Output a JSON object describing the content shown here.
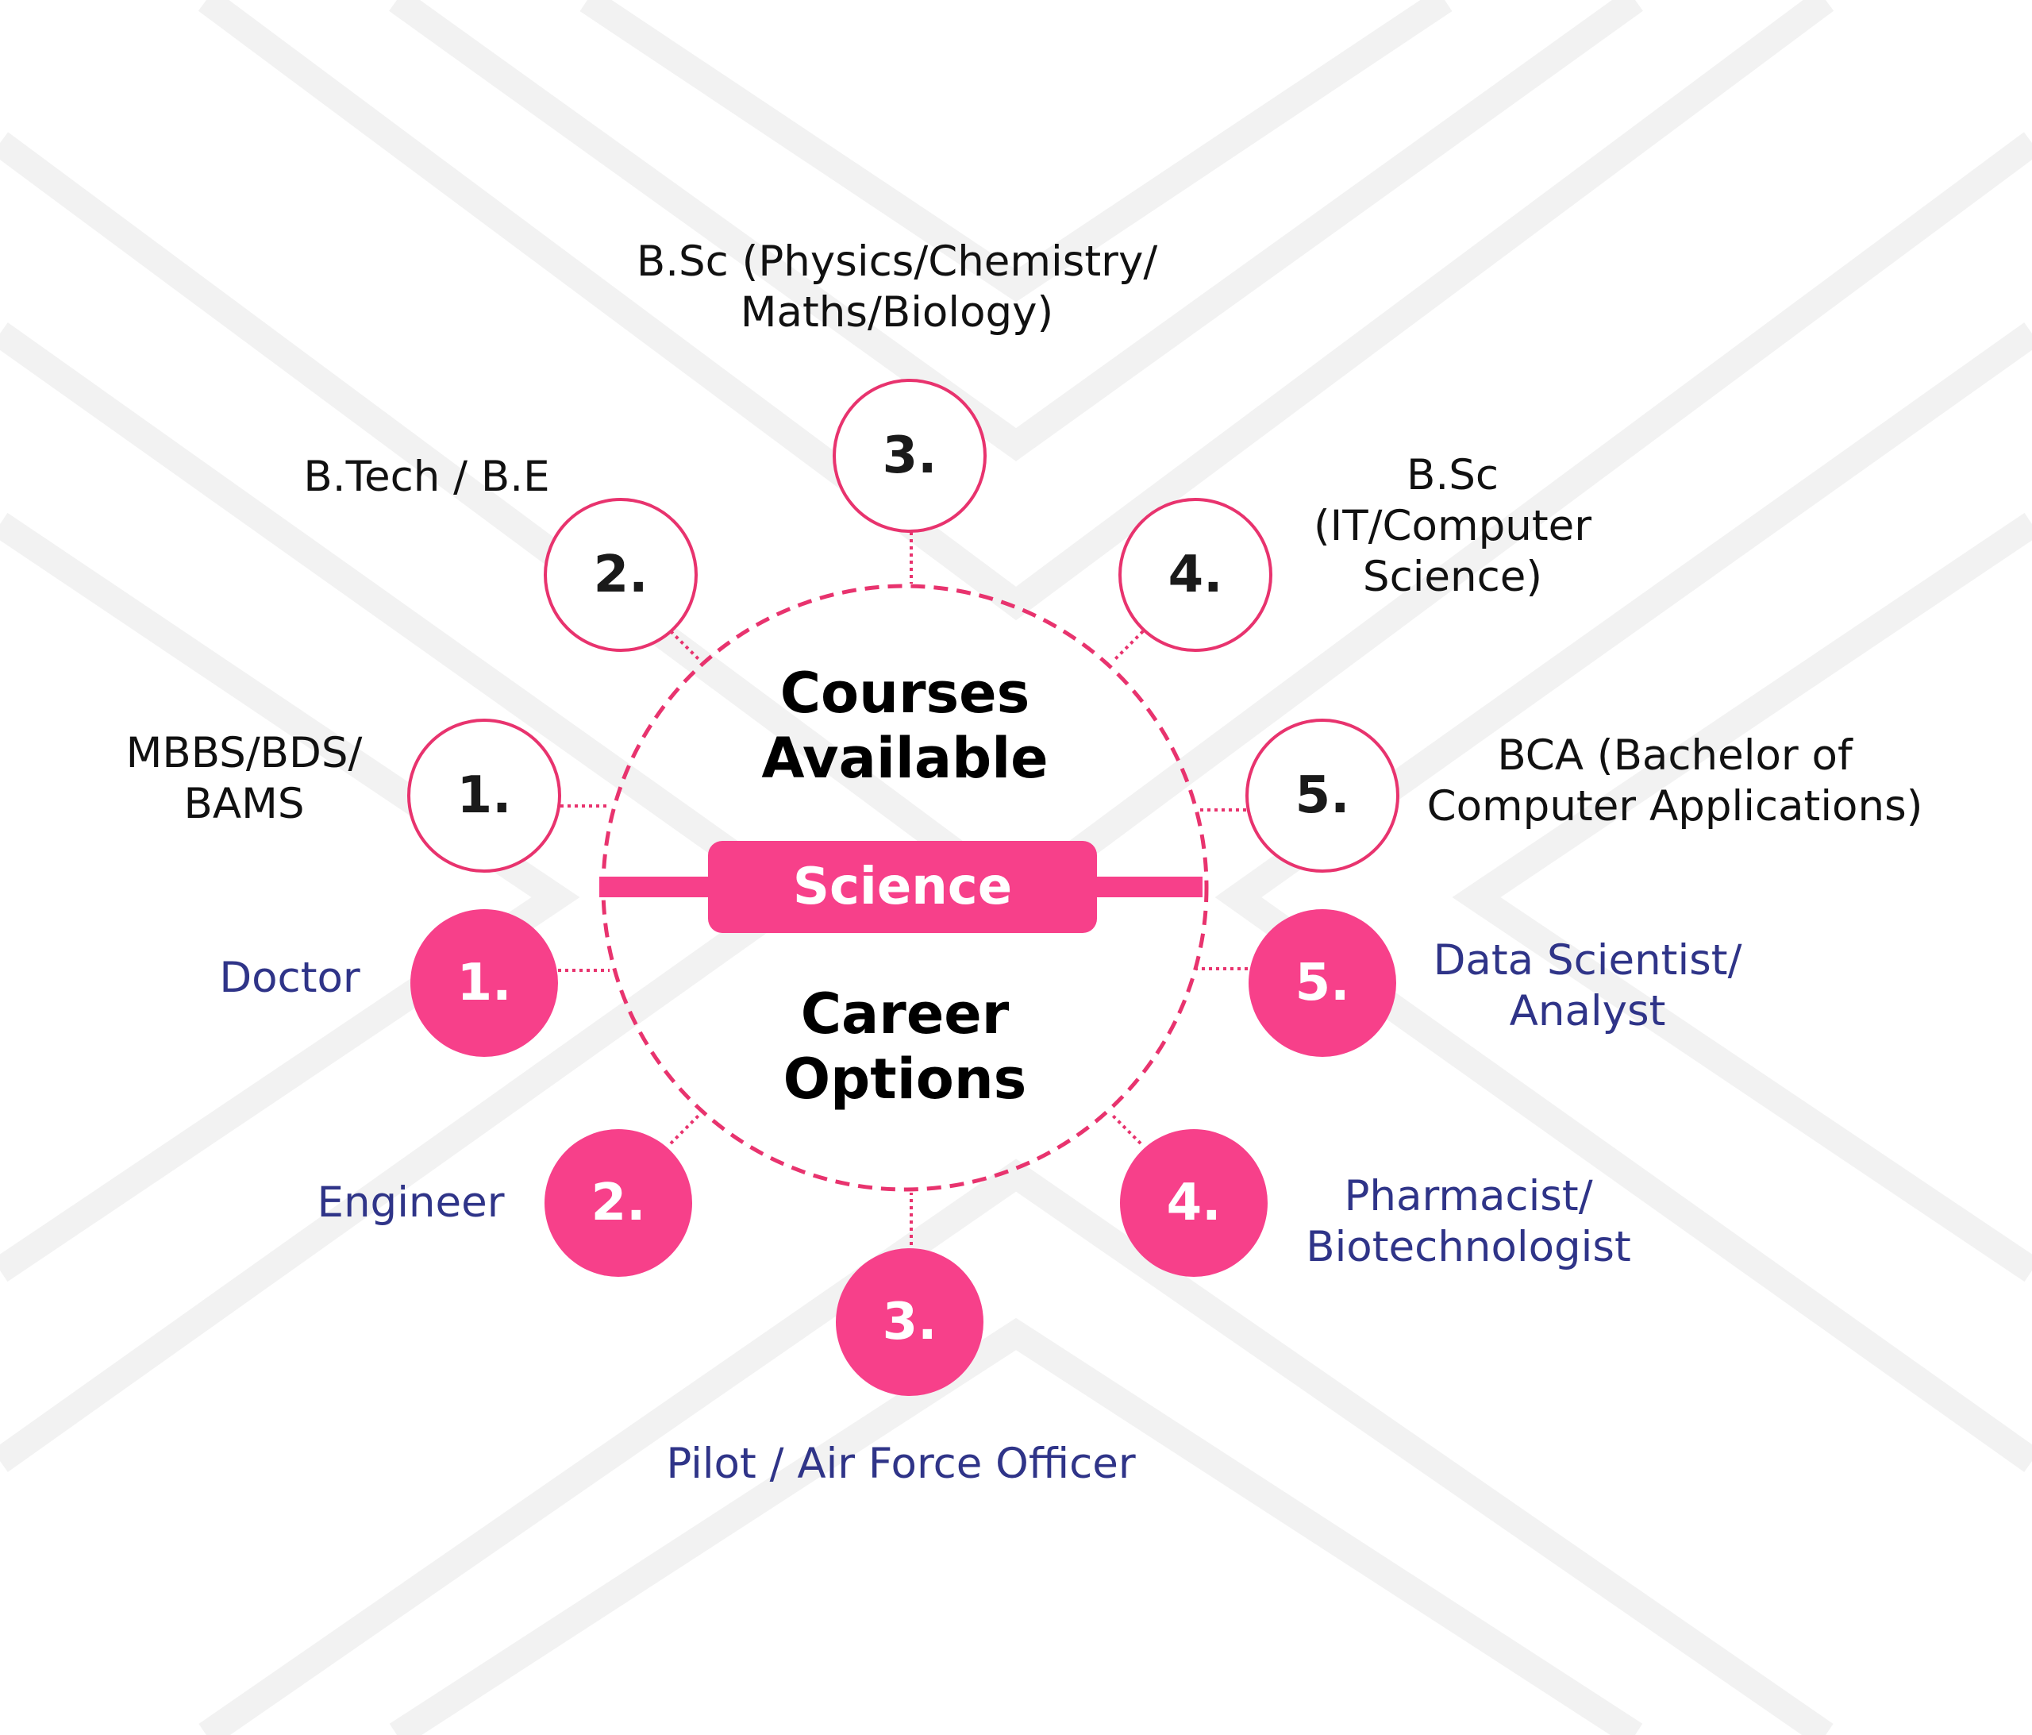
{
  "center": {
    "courses_title": "Courses Available",
    "careers_title": "Career Options",
    "stream": "Science"
  },
  "courses": [
    {
      "number": "1.",
      "label": "MBBS/BDS/ BAMS"
    },
    {
      "number": "2.",
      "label": "B.Tech / B.E"
    },
    {
      "number": "3.",
      "label": "B.Sc (Physics/Chemistry/ Maths/Biology)"
    },
    {
      "number": "4.",
      "label": "B.Sc (IT/Computer Science)"
    },
    {
      "number": "5.",
      "label": "BCA (Bachelor of Computer Applications)"
    }
  ],
  "careers": [
    {
      "number": "1.",
      "label": "Doctor"
    },
    {
      "number": "2.",
      "label": "Engineer"
    },
    {
      "number": "3.",
      "label": "Pilot / Air Force Officer"
    },
    {
      "number": "4.",
      "label": "Pharmacist/ Biotechnologist"
    },
    {
      "number": "5.",
      "label": "Data Scientist/ Analyst"
    }
  ],
  "colors": {
    "accent_pink": "#f7408a",
    "course_text": "#111111",
    "career_text": "#2f3488",
    "background_stripe": "#f1f1f1"
  }
}
